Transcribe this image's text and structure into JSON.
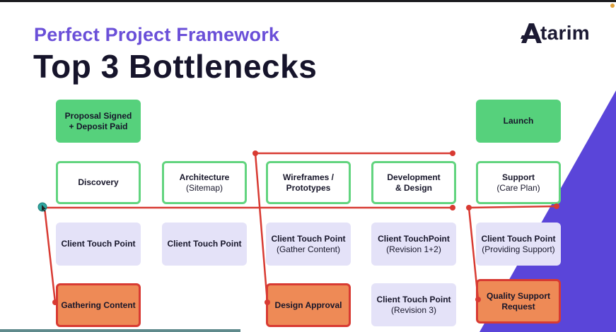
{
  "slide": {
    "eyebrow": "Perfect Project Framework",
    "title": "Top 3 Bottlenecks",
    "logo_text": "tarim",
    "logo_icon": "atarim-a-icon"
  },
  "milestones": {
    "start": [
      "Proposal Signed",
      "+ Deposit Paid"
    ],
    "end": "Launch"
  },
  "phases": [
    [
      "Discovery"
    ],
    [
      "Architecture",
      "(Sitemap)"
    ],
    [
      "Wireframes /",
      "Prototypes"
    ],
    [
      "Development",
      "& Design"
    ],
    [
      "Support",
      "(Care Plan)"
    ]
  ],
  "touch_points": [
    [
      "Client Touch Point"
    ],
    [
      "Client Touch Point"
    ],
    [
      "Client Touch Point",
      "(Gather Content)"
    ],
    [
      "Client TouchPoint",
      "(Revision 1+2)"
    ],
    [
      "Client Touch Point",
      "(Providing Support)"
    ],
    [
      "Client Touch Point",
      "(Revision 3)"
    ]
  ],
  "bottlenecks": [
    [
      "Gathering Content"
    ],
    [
      "Design Approval"
    ],
    [
      "Quality Support",
      "Request"
    ]
  ],
  "colors": {
    "accent_purple": "#6a4fd8",
    "milestone_green": "#56d17c",
    "bottleneck_orange": "#ee8a56",
    "annotation_red": "#d83a32",
    "touch_point_lavender": "#e4e2f8",
    "cursor_teal": "#2fa6a0"
  }
}
